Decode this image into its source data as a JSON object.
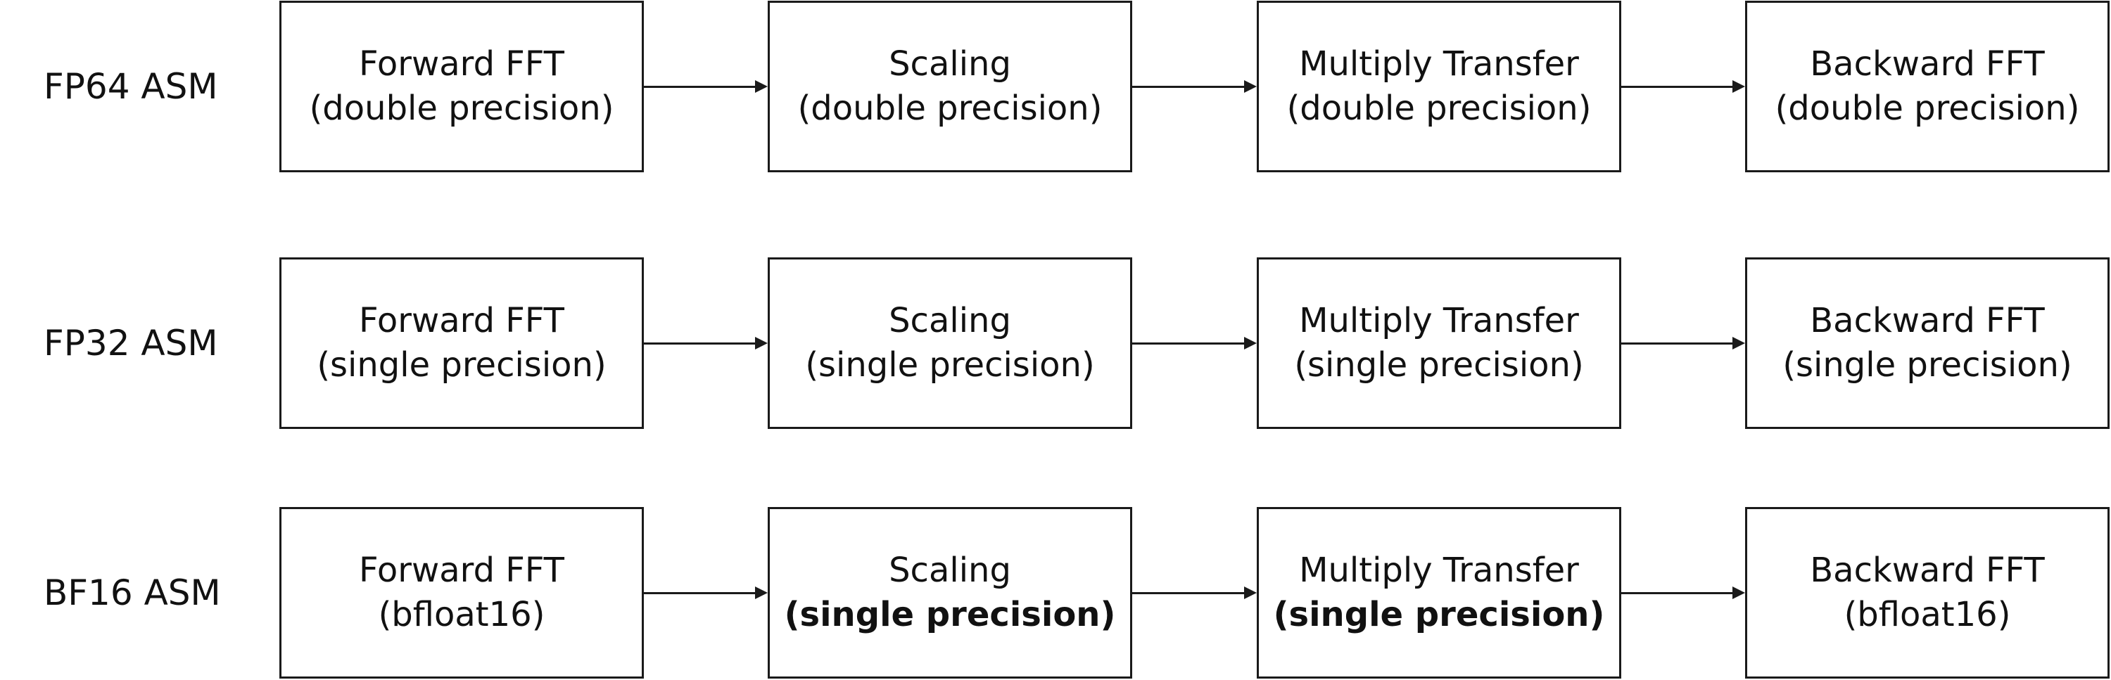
{
  "rows": [
    {
      "label": "FP64 ASM",
      "stages": [
        {
          "name": "Forward FFT",
          "precision": "(double precision)",
          "bold": false
        },
        {
          "name": "Scaling",
          "precision": "(double precision)",
          "bold": false
        },
        {
          "name": "Multiply Transfer",
          "precision": "(double precision)",
          "bold": false
        },
        {
          "name": "Backward FFT",
          "precision": "(double precision)",
          "bold": false
        }
      ]
    },
    {
      "label": "FP32 ASM",
      "stages": [
        {
          "name": "Forward FFT",
          "precision": "(single precision)",
          "bold": false
        },
        {
          "name": "Scaling",
          "precision": "(single precision)",
          "bold": false
        },
        {
          "name": "Multiply Transfer",
          "precision": "(single precision)",
          "bold": false
        },
        {
          "name": "Backward FFT",
          "precision": "(single precision)",
          "bold": false
        }
      ]
    },
    {
      "label": "BF16 ASM",
      "stages": [
        {
          "name": "Forward FFT",
          "precision": "(bfloat16)",
          "bold": false
        },
        {
          "name": "Scaling",
          "precision": "(single precision)",
          "bold": true
        },
        {
          "name": "Multiply Transfer",
          "precision": "(single precision)",
          "bold": true
        },
        {
          "name": "Backward FFT",
          "precision": "(bfloat16)",
          "bold": false
        }
      ]
    }
  ]
}
